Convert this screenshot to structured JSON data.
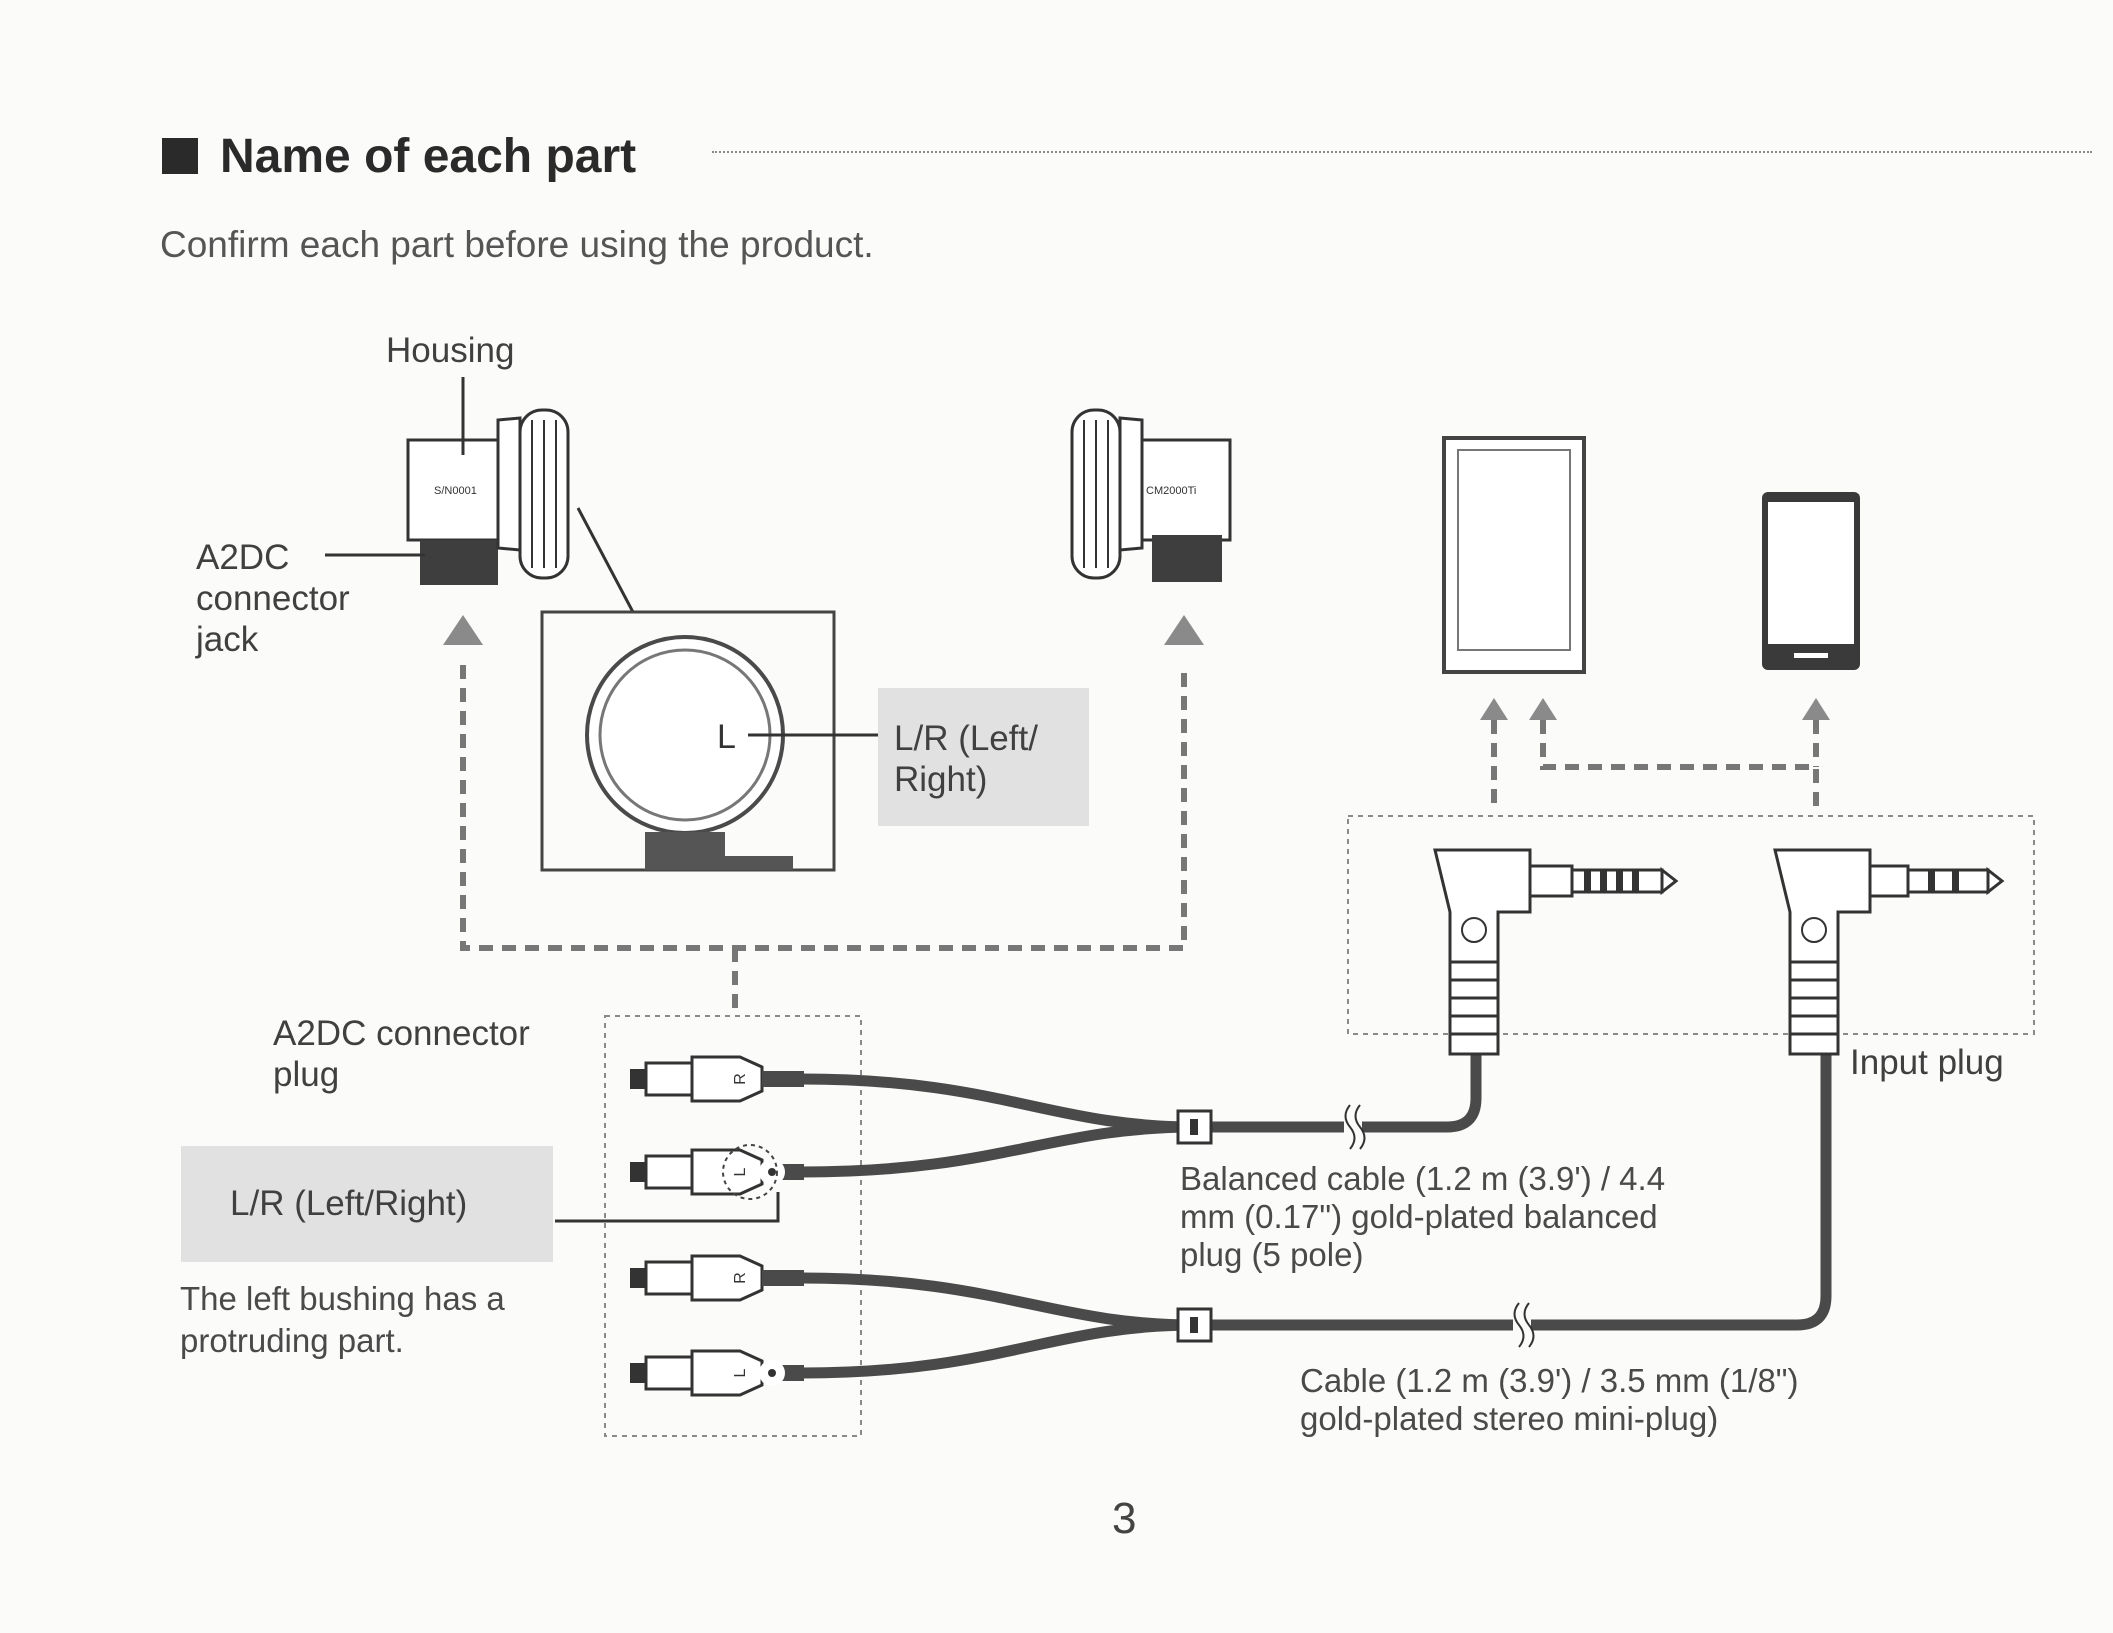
{
  "heading": "Name of each part",
  "intro": "Confirm each part before using the product.",
  "labels": {
    "housing": "Housing",
    "a2dc_jack": [
      "A2DC",
      "connector",
      "jack"
    ],
    "lr_top": [
      "L/R (Left/",
      "Right)"
    ],
    "a2dc_plug": [
      "A2DC connector",
      "plug"
    ],
    "lr_bottom": "L/R (Left/Right)",
    "bushing_note": [
      "The left bushing has a",
      "protruding part."
    ],
    "input_plug": "Input plug",
    "balanced_cable": [
      "Balanced cable (1.2 m (3.9') / 4.4",
      "mm (0.17\") gold-plated balanced",
      "plug (5 pole)"
    ],
    "stereo_cable": [
      "Cable (1.2 m (3.9') / 3.5 mm (1/8\")",
      "gold-plated stereo mini-plug)"
    ]
  },
  "earpiece_text": {
    "left": "S/N0001",
    "right": "CM2000Ti"
  },
  "channel_marks": {
    "left": "L",
    "right": "R"
  },
  "page_number": "3"
}
